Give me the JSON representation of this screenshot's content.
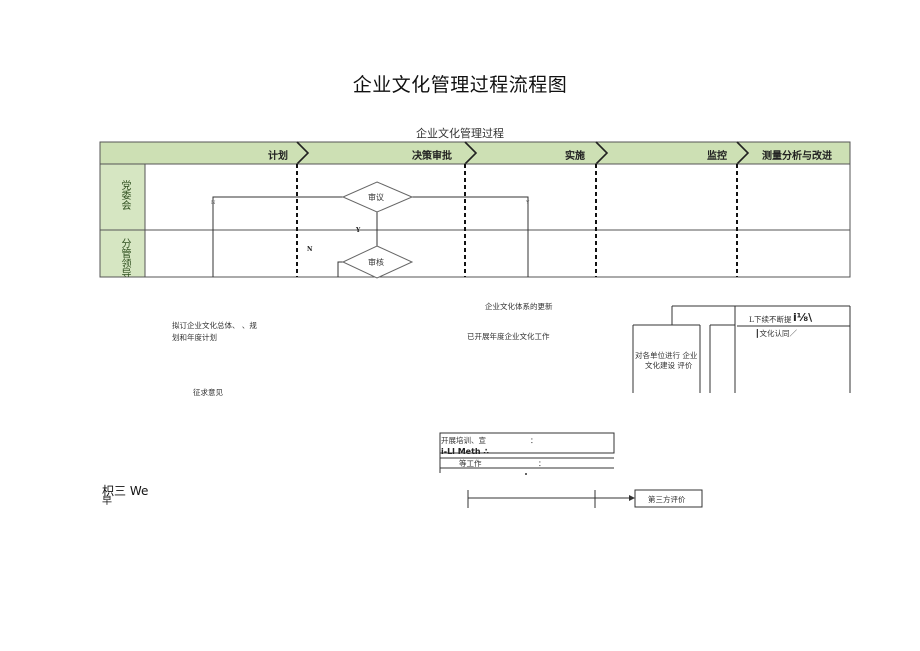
{
  "title": "企业文化管理过程流程图",
  "chart_title": "企业文化管理过程",
  "phases": [
    "计划",
    "决策审批",
    "实施",
    "监控",
    "测量分析与改进"
  ],
  "lanes": [
    "党委会",
    "分管领导"
  ],
  "shapes": {
    "review": "审议",
    "audit": "审核",
    "label_n1": "N",
    "label_n2": "N",
    "label_y1": "Y",
    "label_y2": "Y"
  },
  "texts": {
    "update_system": "企业文化体系的更新",
    "draft_plan_1": "拟订企业文化总体、 、规",
    "draft_plan_2": "划和年度计划",
    "annual_work": "已开展年度企业文化工作",
    "collect_opinions": "征求意见",
    "continuous_1": "L下续不断提",
    "continuous_mark": "i⅛\\",
    "recognition": "┃文化认同／",
    "evaluate_1": "对各单位进行  企业",
    "evaluate_2": "文化建设  评价",
    "training_1": "开展培训、宣",
    "training_colon1": "：",
    "training_2": "i-Ll Meth ∴",
    "training_3": "等工作",
    "training_colon2": "：",
    "third_party": "第三方评价",
    "footer_left_1": "枳三 We",
    "footer_left_2": "早"
  },
  "colors": {
    "header_green": "#cde0b4",
    "lane_green": "#d6e6c2",
    "grid_line": "#555555"
  }
}
